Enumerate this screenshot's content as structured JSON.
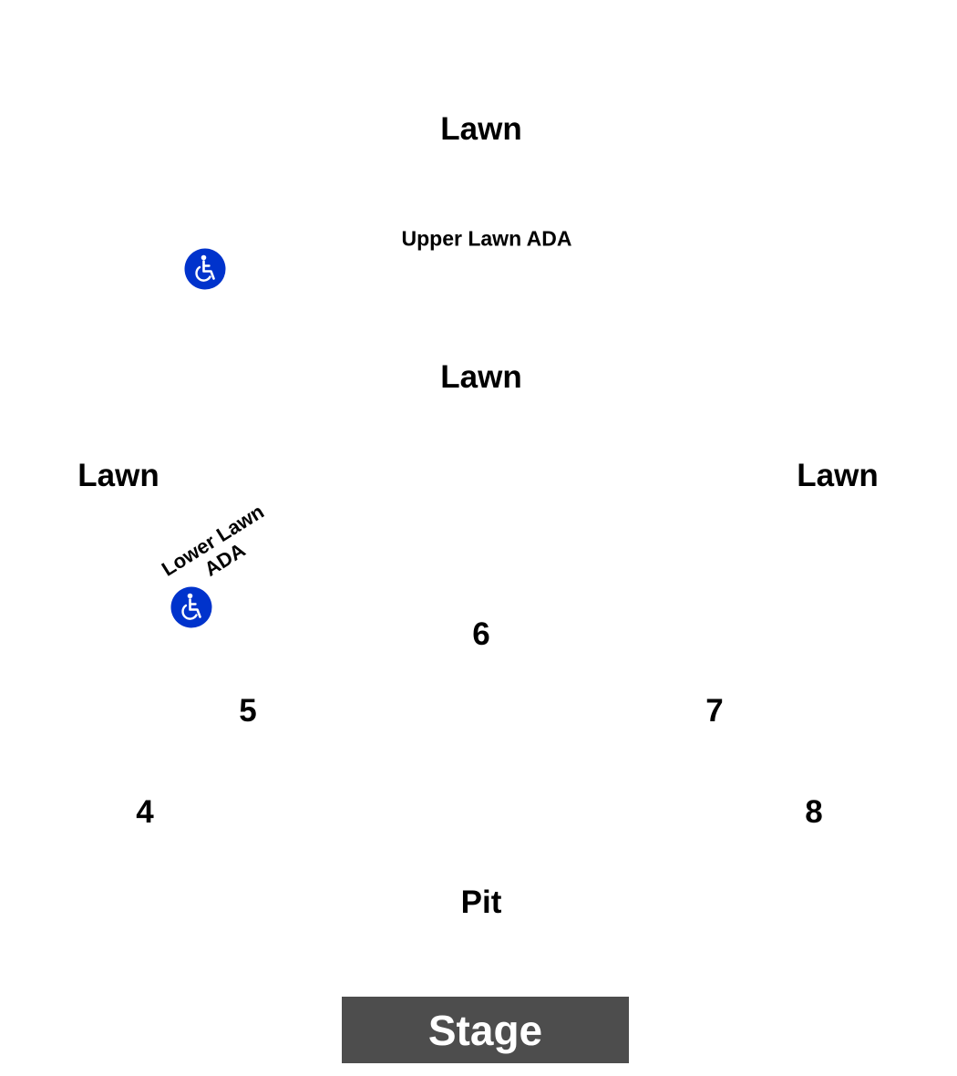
{
  "sections": {
    "lawn_top": "Lawn",
    "upper_lawn_ada": "Upper Lawn ADA",
    "lawn_middle": "Lawn",
    "lawn_left": "Lawn",
    "lawn_right": "Lawn",
    "lower_lawn_ada_line1": "Lower Lawn",
    "lower_lawn_ada_line2": "ADA",
    "section_4": "4",
    "section_5": "5",
    "section_6": "6",
    "section_7": "7",
    "section_8": "8",
    "pit": "Pit"
  },
  "stage": {
    "label": "Stage",
    "color": "#4d4d4d"
  },
  "icons": {
    "ada": "wheelchair-accessible-icon",
    "ada_color": "#0033cc"
  }
}
